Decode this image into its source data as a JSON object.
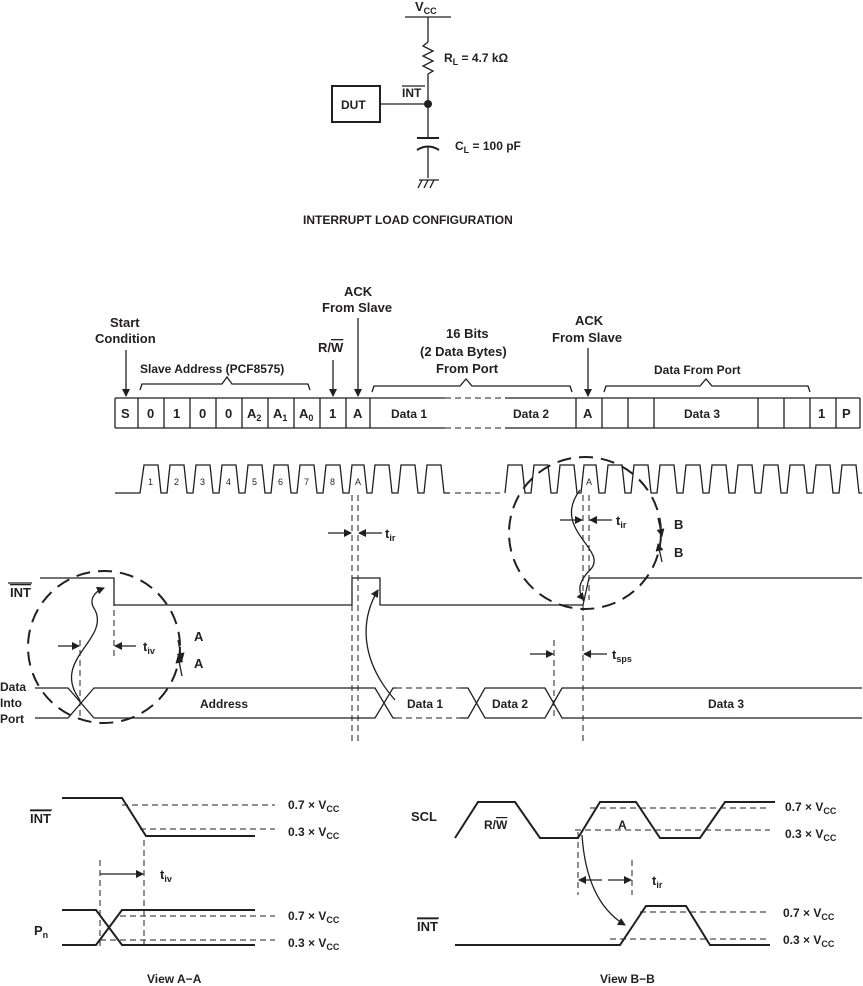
{
  "circuit": {
    "vcc": "V",
    "vcc_sub": "CC",
    "rl_prefix": "R",
    "rl_sub": "L",
    "rl_value": " = 4.7 kΩ",
    "int_label": "INT",
    "dut_label": "DUT",
    "cl_prefix": "C",
    "cl_sub": "L",
    "cl_value": " = 100 pF",
    "title": "INTERRUPT LOAD CONFIGURATION"
  },
  "header_labels": {
    "start": "Start",
    "condition": "Condition",
    "slave_address": "Slave Address (PCF8575)",
    "rw": "R/",
    "rw_w": "W",
    "ack1_line1": "ACK",
    "ack1_line2": "From Slave",
    "bits_line1": "16 Bits",
    "bits_line2": "(2  Data Bytes)",
    "bits_line3": "From Port",
    "ack2_line1": "ACK",
    "ack2_line2": "From Slave",
    "data_from_port": "Data From Port"
  },
  "frame": {
    "s": "S",
    "b0": "0",
    "b1": "1",
    "b2": "0",
    "b3": "0",
    "a2": "A",
    "a2s": "2",
    "a1": "A",
    "a1s": "1",
    "a0": "A",
    "a0s": "0",
    "one": "1",
    "ack": "A",
    "data1": "Data 1",
    "data2": "Data 2",
    "ack2": "A",
    "data3": "Data 3",
    "stop_one": "1",
    "p": "P"
  },
  "clock_labels": [
    "1",
    "2",
    "3",
    "4",
    "5",
    "6",
    "7",
    "8",
    "A",
    "A"
  ],
  "timing": {
    "tir": "t",
    "tir_sub": "ir",
    "tiv": "t",
    "tiv_sub": "iv",
    "tsps": "t",
    "tsps_sub": "sps",
    "int": "INT",
    "data_into": "Data",
    "data_into2": "Into",
    "data_into3": "Port",
    "address": "Address",
    "data1": "Data 1",
    "data2": "Data 2",
    "data3": "Data 3",
    "A": "A",
    "B": "B"
  },
  "view_aa": {
    "int": "INT",
    "pn": "P",
    "pn_sub": "n",
    "v07": "0.7 × V",
    "v03": "0.3 × V",
    "vsub": "CC",
    "tiv": "t",
    "tiv_sub": "iv",
    "title": "View A−A"
  },
  "view_bb": {
    "scl": "SCL",
    "rw": "R/",
    "rw_w": "W",
    "a": "A",
    "int": "INT",
    "v07": "0.7 × V",
    "v03": "0.3 × V",
    "vsub": "CC",
    "tir": "t",
    "tir_sub": "ir",
    "title": "View B−B"
  }
}
